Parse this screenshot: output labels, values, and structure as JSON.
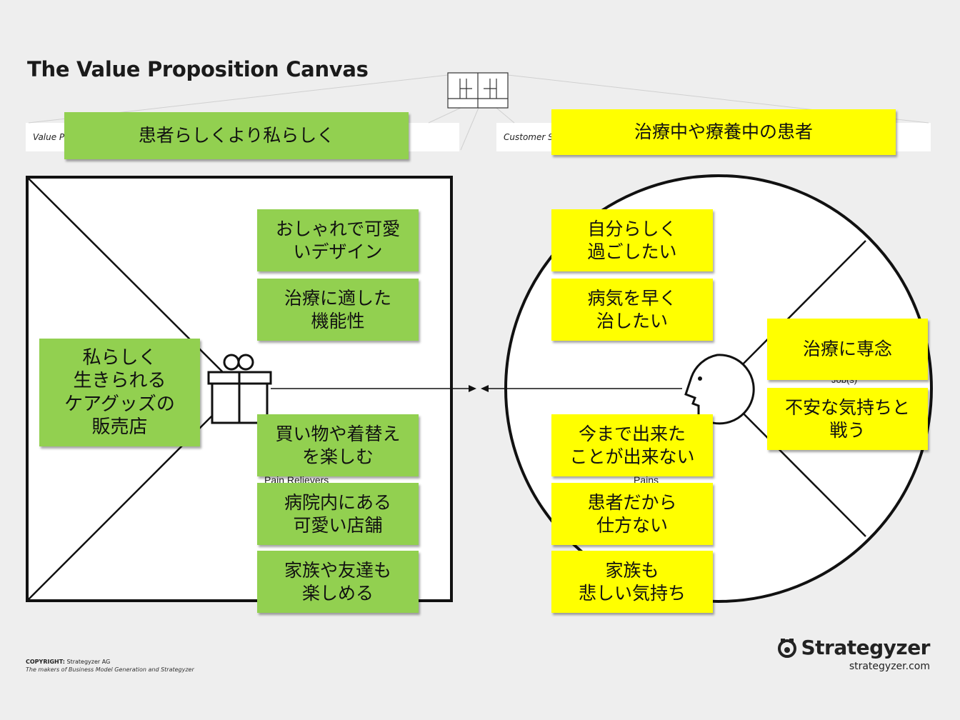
{
  "title": "The Value Proposition Canvas",
  "header": {
    "value_proposition_label": "Value Proposition",
    "customer_segment_label": "Customer Segment"
  },
  "notes": {
    "value_proposition": "患者らしくより私らしく",
    "customer_segment": "治療中や療養中の患者",
    "products_services": "私らしく\n生きられる\nケアグッズの\n販売店",
    "gain_creators": [
      "おしゃれで可愛\nいデザイン",
      "治療に適した\n機能性"
    ],
    "pain_relievers": [
      "買い物や着替え\nを楽しむ",
      "病院内にある\n可愛い店舗",
      "家族や友達も\n楽しめる"
    ],
    "gains": [
      "自分らしく\n過ごしたい",
      "病気を早く\n治したい"
    ],
    "jobs": [
      "治療に専念",
      "不安な気持ちと\n戦う"
    ],
    "pains": [
      "今まで出来た\nことが出来ない",
      "患者だから\n仕方ない",
      "家族も\n悲しい気持ち"
    ]
  },
  "section_labels": {
    "pain_relievers": "Pain Relievers",
    "pains": "Pains",
    "jobs": "Job(s)"
  },
  "footer": {
    "copyright_label": "COPYRIGHT:",
    "copyright_owner": "Strategyzer AG",
    "tagline": "The makers of Business Model Generation and Strategyzer",
    "brand": "Strategyzer",
    "url": "strategyzer.com"
  },
  "colors": {
    "green_note": "#92d050",
    "yellow_note": "#ffff00",
    "background": "#eeeeee"
  }
}
